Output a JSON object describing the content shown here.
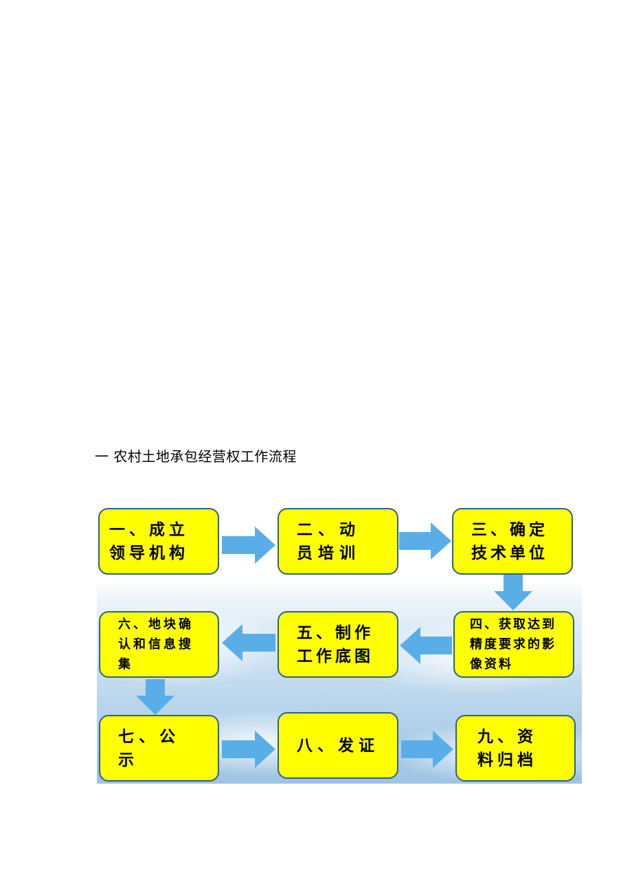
{
  "heading": "一  农村土地承包经营权工作流程",
  "steps": {
    "s1": "一、成立领导机构",
    "s2": "二、动员培训",
    "s3": "三、确定技术单位",
    "s4": "四、获取达到精度要求的影像资料",
    "s5": "五、制作工作底图",
    "s6": "六、地块确认和信息搜集",
    "s7": "七、公示",
    "s8": "八、发证",
    "s9": "九、资料归档"
  },
  "colors": {
    "box_fill": "#ffff00",
    "box_border": "#2f5f8f",
    "arrow": "#5aaee8"
  }
}
